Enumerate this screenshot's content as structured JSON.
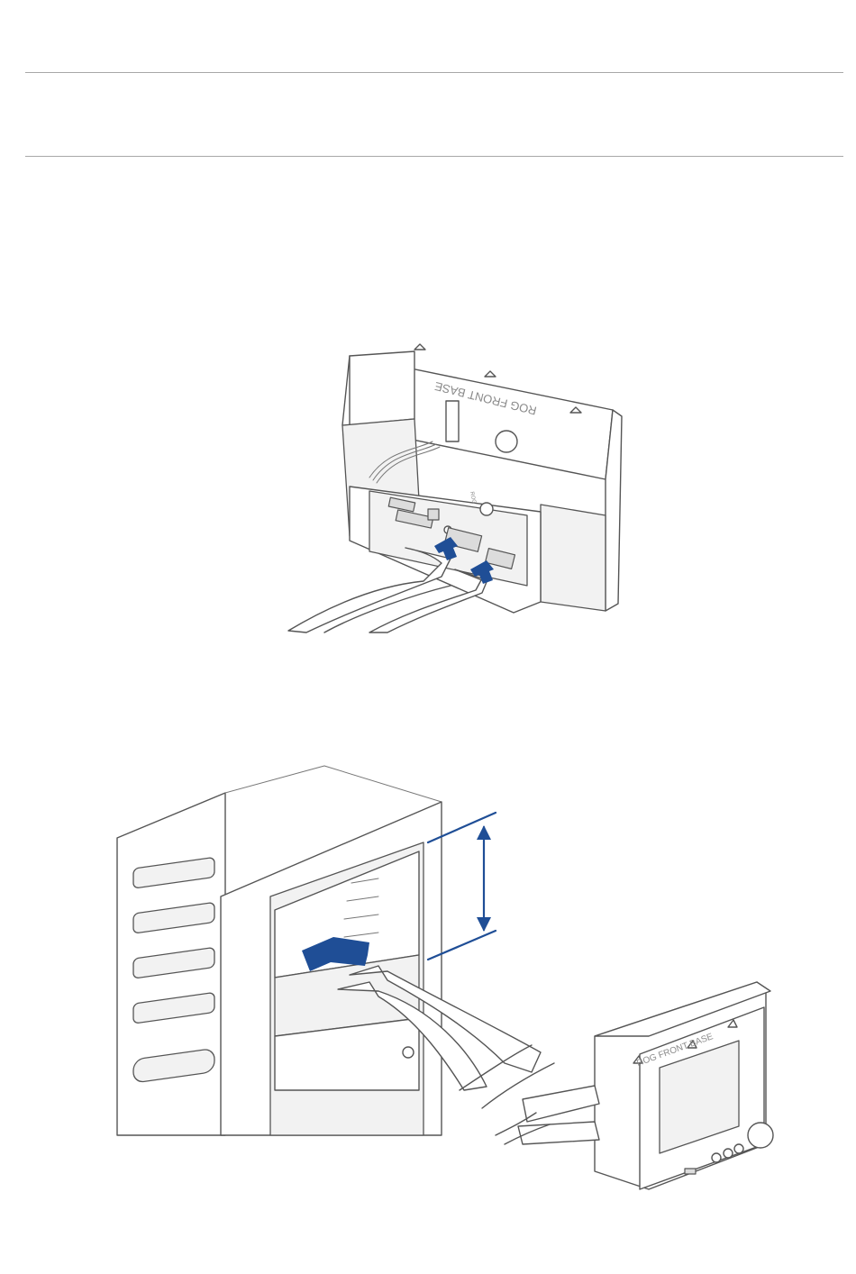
{
  "figure1": {
    "panel_label": "ROG FRONT BASE",
    "board_label": "ROG"
  },
  "figure2": {
    "panel_label": "ROG FRONT BASE"
  },
  "colors": {
    "arrow": "#1f4e96",
    "line": "#555555",
    "rule": "#a8a8a8"
  }
}
